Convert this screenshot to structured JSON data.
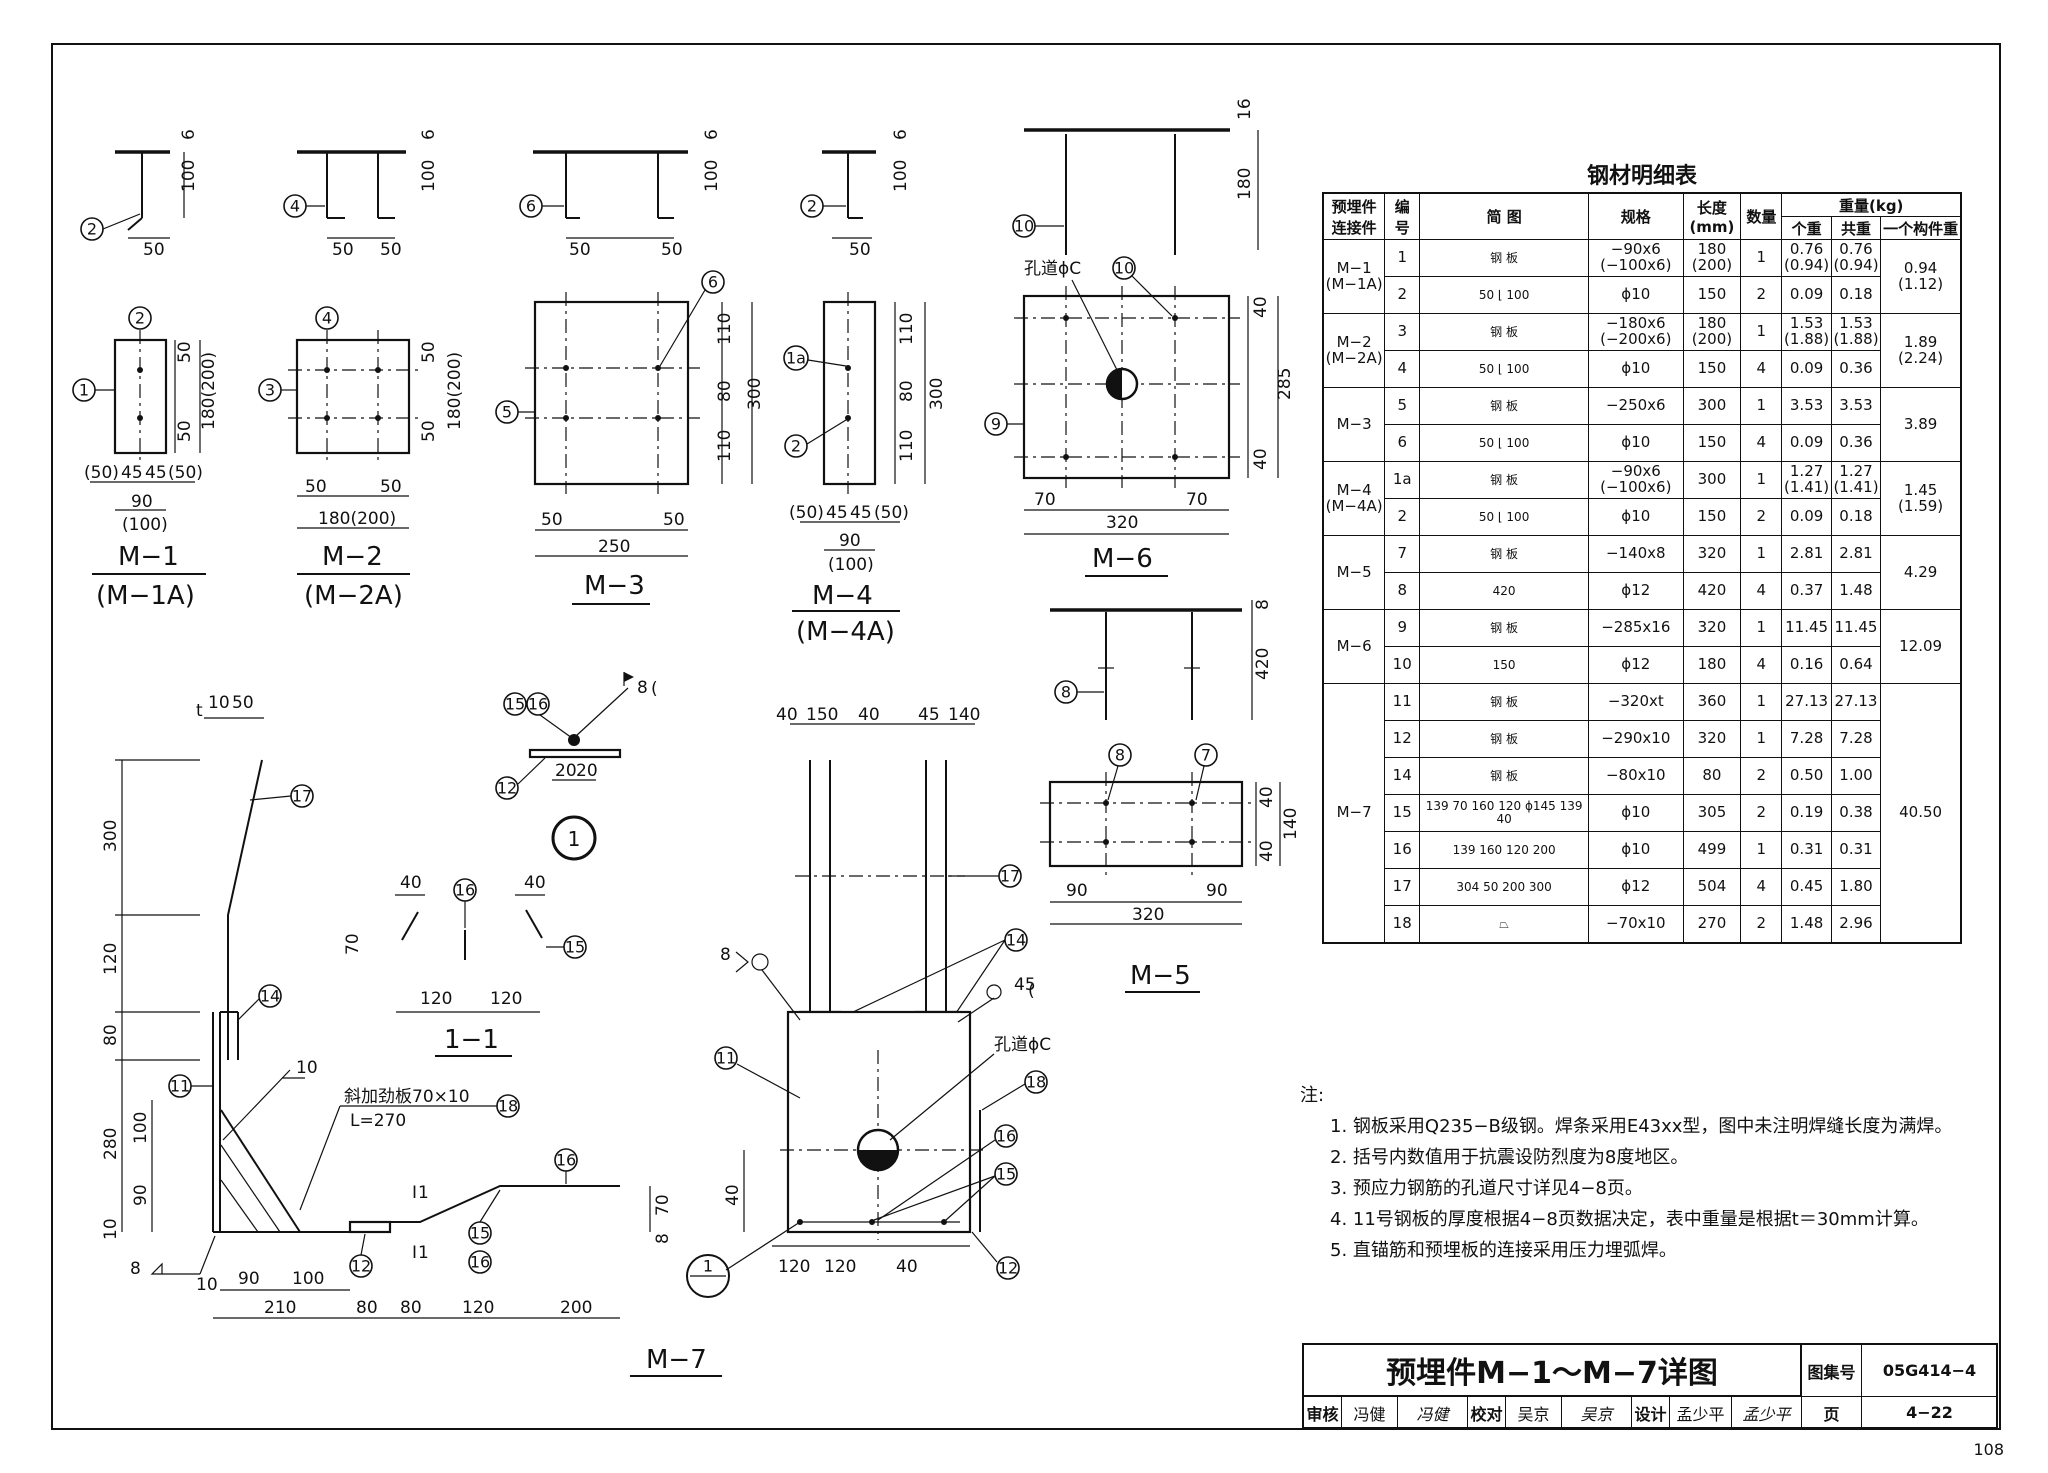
{
  "drawings": {
    "m1": {
      "label": "M−1",
      "sublabel": "(M−1A)",
      "dims": [
        "6",
        "100",
        "50",
        "50",
        "50",
        "180(200)",
        "(50)",
        "45",
        "45",
        "(50)",
        "90",
        "(100)"
      ],
      "callouts": [
        "1",
        "2",
        "2"
      ]
    },
    "m2": {
      "label": "M−2",
      "sublabel": "(M−2A)",
      "dims": [
        "6",
        "100",
        "50",
        "50",
        "50",
        "50",
        "180(200)",
        "50",
        "50",
        "180(200)"
      ],
      "callouts": [
        "3",
        "4",
        "4"
      ]
    },
    "m3": {
      "label": "M−3",
      "dims": [
        "6",
        "100",
        "50",
        "50",
        "110",
        "80",
        "110",
        "300",
        "50",
        "50",
        "250"
      ],
      "callouts": [
        "5",
        "6",
        "6"
      ]
    },
    "m4": {
      "label": "M−4",
      "sublabel": "(M−4A)",
      "dims": [
        "6",
        "100",
        "50",
        "110",
        "80",
        "110",
        "300",
        "(50)",
        "45",
        "45",
        "(50)",
        "90",
        "(100)"
      ],
      "callouts": [
        "1a",
        "2",
        "2"
      ]
    },
    "m5": {
      "label": "M−5",
      "dims": [
        "8",
        "420",
        "40",
        "40",
        "140",
        "90",
        "90",
        "320"
      ],
      "callouts": [
        "8",
        "8",
        "7"
      ]
    },
    "m6": {
      "label": "M−6",
      "dims": [
        "16",
        "180",
        "40",
        "285",
        "40",
        "70",
        "70",
        "320"
      ],
      "callouts": [
        "10",
        "10",
        "9"
      ],
      "hole_note": "孔道ϕC"
    },
    "m7": {
      "label": "M−7",
      "dims": [
        "t",
        "10",
        "50",
        "300",
        "120",
        "80",
        "280",
        "100",
        "90",
        "10",
        "90",
        "100",
        "10",
        "210",
        "80",
        "80",
        "120",
        "200",
        "70",
        "8",
        "10",
        "8",
        "8",
        "45",
        "40",
        "150",
        "40",
        "45",
        "140",
        "40",
        "120",
        "120",
        "40"
      ],
      "stiffener_note": "斜加劲板70×10",
      "stiffener_len": "L=270",
      "hole_note": "孔道ϕC",
      "section_mark": "I",
      "section_mark_num": "1",
      "callouts": [
        "17",
        "14",
        "11",
        "18",
        "16",
        "12",
        "15",
        "16",
        "17",
        "14",
        "11",
        "18",
        "16",
        "15",
        "12"
      ]
    },
    "section11": {
      "label": "1−1",
      "dims": [
        "40",
        "40",
        "70",
        "120",
        "120"
      ],
      "callouts": [
        "16",
        "15"
      ]
    },
    "detail1": {
      "label": "1",
      "dims": [
        "8",
        "20",
        "20"
      ],
      "callouts": [
        "15",
        "16",
        "12"
      ]
    }
  },
  "table": {
    "title": "钢材明细表",
    "headers": {
      "part": "预埋件\n连接件",
      "no": "编\n号",
      "sketch": "简      图",
      "spec": "规格",
      "length": "长度\n(mm)",
      "qty": "数量",
      "weight": "重量(kg)",
      "unit_w": "个重",
      "total_w": "共重",
      "piece_w": "一个构件重"
    },
    "groups": [
      {
        "part": "M−1\n(M−1A)",
        "piece_w": "0.94\n(1.12)",
        "rows": [
          {
            "no": "1",
            "sketch": "钢    板",
            "spec": "−90x6\n(−100x6)",
            "length": "180\n(200)",
            "qty": "1",
            "unit_w": "0.76\n(0.94)",
            "total_w": "0.76\n(0.94)"
          },
          {
            "no": "2",
            "sketch": "50 ⌊ 100",
            "spec": "ϕ10",
            "length": "150",
            "qty": "2",
            "unit_w": "0.09",
            "total_w": "0.18"
          }
        ]
      },
      {
        "part": "M−2\n(M−2A)",
        "piece_w": "1.89\n(2.24)",
        "rows": [
          {
            "no": "3",
            "sketch": "钢    板",
            "spec": "−180x6\n(−200x6)",
            "length": "180\n(200)",
            "qty": "1",
            "unit_w": "1.53\n(1.88)",
            "total_w": "1.53\n(1.88)"
          },
          {
            "no": "4",
            "sketch": "50 ⌊ 100",
            "spec": "ϕ10",
            "length": "150",
            "qty": "4",
            "unit_w": "0.09",
            "total_w": "0.36"
          }
        ]
      },
      {
        "part": "M−3",
        "piece_w": "3.89",
        "rows": [
          {
            "no": "5",
            "sketch": "钢    板",
            "spec": "−250x6",
            "length": "300",
            "qty": "1",
            "unit_w": "3.53",
            "total_w": "3.53"
          },
          {
            "no": "6",
            "sketch": "50 ⌊ 100",
            "spec": "ϕ10",
            "length": "150",
            "qty": "4",
            "unit_w": "0.09",
            "total_w": "0.36"
          }
        ]
      },
      {
        "part": "M−4\n(M−4A)",
        "piece_w": "1.45\n(1.59)",
        "rows": [
          {
            "no": "1a",
            "sketch": "钢    板",
            "spec": "−90x6\n(−100x6)",
            "length": "300",
            "qty": "1",
            "unit_w": "1.27\n(1.41)",
            "total_w": "1.27\n(1.41)"
          },
          {
            "no": "2",
            "sketch": "50 ⌊ 100",
            "spec": "ϕ10",
            "length": "150",
            "qty": "2",
            "unit_w": "0.09",
            "total_w": "0.18"
          }
        ]
      },
      {
        "part": "M−5",
        "piece_w": "4.29",
        "rows": [
          {
            "no": "7",
            "sketch": "钢    板",
            "spec": "−140x8",
            "length": "320",
            "qty": "1",
            "unit_w": "2.81",
            "total_w": "2.81"
          },
          {
            "no": "8",
            "sketch": "420",
            "spec": "ϕ12",
            "length": "420",
            "qty": "4",
            "unit_w": "0.37",
            "total_w": "1.48"
          }
        ]
      },
      {
        "part": "M−6",
        "piece_w": "12.09",
        "rows": [
          {
            "no": "9",
            "sketch": "钢    板",
            "spec": "−285x16",
            "length": "320",
            "qty": "1",
            "unit_w": "11.45",
            "total_w": "11.45"
          },
          {
            "no": "10",
            "sketch": "150",
            "spec": "ϕ12",
            "length": "180",
            "qty": "4",
            "unit_w": "0.16",
            "total_w": "0.64"
          }
        ]
      },
      {
        "part": "M−7",
        "piece_w": "40.50",
        "rows": [
          {
            "no": "11",
            "sketch": "钢    板",
            "spec": "−320xt",
            "length": "360",
            "qty": "1",
            "unit_w": "27.13",
            "total_w": "27.13"
          },
          {
            "no": "12",
            "sketch": "钢    板",
            "spec": "−290x10",
            "length": "320",
            "qty": "1",
            "unit_w": "7.28",
            "total_w": "7.28"
          },
          {
            "no": "14",
            "sketch": "钢    板",
            "spec": "−80x10",
            "length": "80",
            "qty": "2",
            "unit_w": "0.50",
            "total_w": "1.00"
          },
          {
            "no": "15",
            "sketch": "139 70 160 120 ϕ145 139 40",
            "spec": "ϕ10",
            "length": "305",
            "qty": "2",
            "unit_w": "0.19",
            "total_w": "0.38"
          },
          {
            "no": "16",
            "sketch": "139 160 120 200",
            "spec": "ϕ10",
            "length": "499",
            "qty": "1",
            "unit_w": "0.31",
            "total_w": "0.31"
          },
          {
            "no": "17",
            "sketch": "304 50 200 300",
            "spec": "ϕ12",
            "length": "504",
            "qty": "4",
            "unit_w": "0.45",
            "total_w": "1.80"
          },
          {
            "no": "18",
            "sketch": "⏢",
            "spec": "−70x10",
            "length": "270",
            "qty": "2",
            "unit_w": "1.48",
            "total_w": "2.96"
          }
        ]
      }
    ]
  },
  "notes": {
    "heading": "注:",
    "items": [
      "1.  钢板采用Q235−B级钢。焊条采用E43xx型，图中未注明焊缝长度为满焊。",
      "2.  括号内数值用于抗震设防烈度为8度地区。",
      "3.  预应力钢筋的孔道尺寸详见4−8页。",
      "4.  11号钢板的厚度根据4−8页数据决定，表中重量是根据t＝30mm计算。",
      "5.  直锚筋和预埋板的连接采用压力埋弧焊。"
    ]
  },
  "title_block": {
    "title": "预埋件M−1～M−7详图",
    "atlas_label": "图集号",
    "atlas_no": "05G414−4",
    "review_label": "审核",
    "reviewer": "冯健",
    "reviewer_sig": "冯健",
    "check_label": "校对",
    "checker": "吴京",
    "checker_sig": "吴京",
    "design_label": "设计",
    "designer": "孟少平",
    "designer_sig": "孟少平",
    "page_label": "页",
    "page_no": "4−22"
  },
  "page_number": "108"
}
